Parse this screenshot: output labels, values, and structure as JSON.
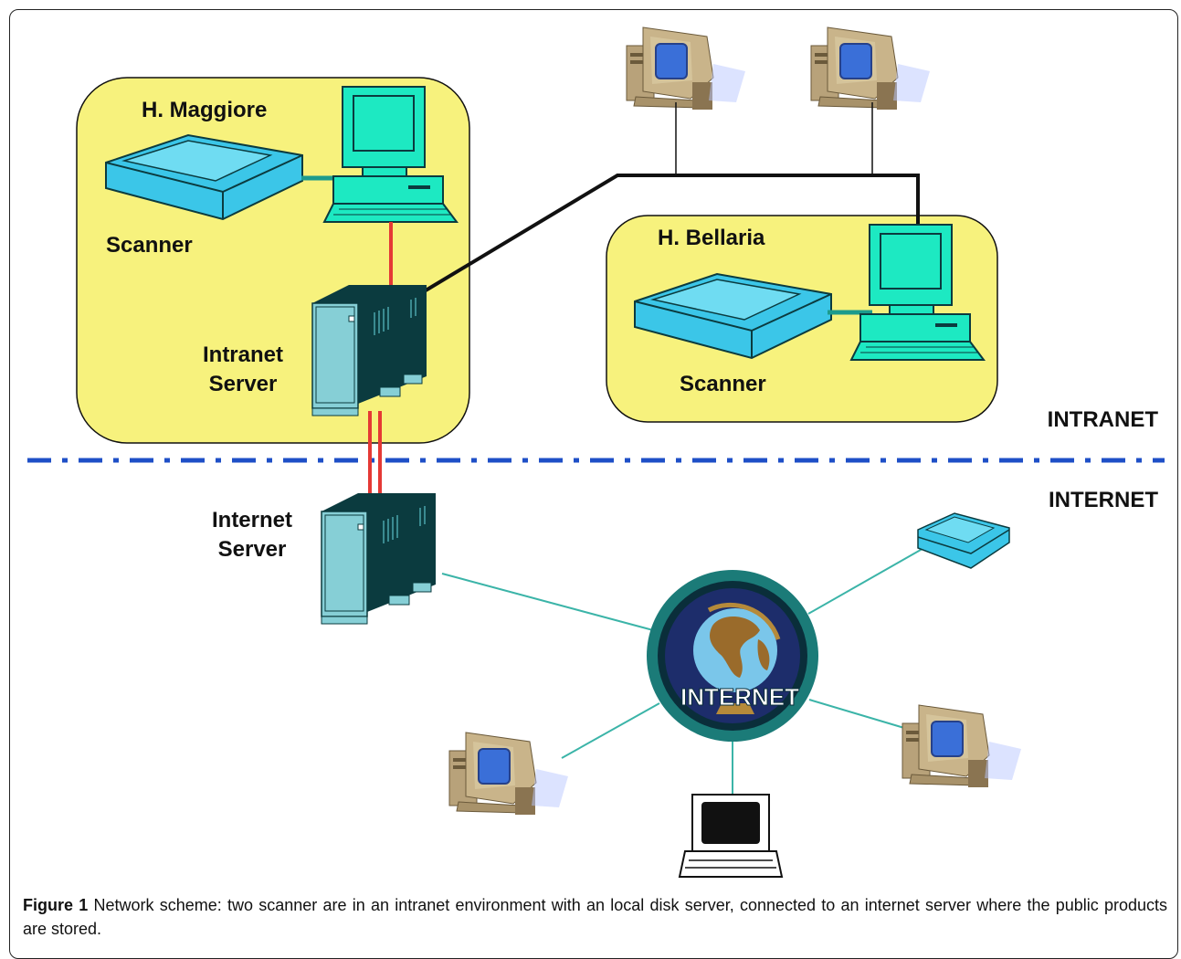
{
  "labels": {
    "h_maggiore": "H. Maggiore",
    "h_bellaria": "H. Bellaria",
    "scanner_1": "Scanner",
    "scanner_2": "Scanner",
    "intranet_server_line1": "Intranet",
    "intranet_server_line2": "Server",
    "internet_server_line1": "Internet",
    "internet_server_line2": "Server",
    "intranet_zone": "INTRANET",
    "internet_zone": "INTERNET",
    "globe_text": "INTERNET"
  },
  "caption": {
    "figure_label": "Figure 1",
    "text": " Network scheme: two scanner are in an intranet environment with an local disk server, connected to an internet server where the public products are stored."
  },
  "colors": {
    "zone_fill": "#f7f27d",
    "device_fill": "#1de9c2",
    "scanner_fill": "#3bc6e8",
    "server_front": "#86cfd6",
    "server_body": "#0b3b3f",
    "intranet_link": "#e53935",
    "divider": "#1e4fc7",
    "internet_link": "#3bb4a8",
    "globe_ring": "#1b7b78"
  }
}
